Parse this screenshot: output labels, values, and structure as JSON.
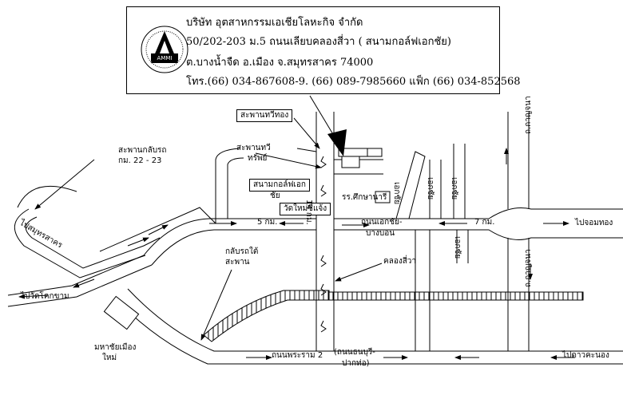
{
  "company": {
    "line1": "บริษัท  อุตสาหกรรมเอเชียโลหะกิจ  จำกัด",
    "line2": "50/202-203   ม.5 ถนนเลียบคลองสี่วา ( สนามกอล์ฟเอกชัย)",
    "line3": "ต.บางน้ำจืด  อ.เมือง  จ.สมุทรสาคร 74000",
    "line4": "โทร.(66) 034-867608-9. (66) 089-7985660  แฟ็ก (66) 034-852568",
    "logo_text": "AMMI"
  },
  "map_labels": {
    "bridge_tawithong": "สะพานทวีทอง",
    "bridge_tawisap_1": "สะพานทวี",
    "bridge_tawisap_2": "ทรัพย์",
    "uturn_bridge_1": "สะพานกลับรถ",
    "uturn_bridge_2": "กม. 22 - 23",
    "golf_course_1": "สนามกอล์ฟเอก",
    "golf_course_2": "ชัย",
    "wat_thai_chaeng": "วัดใหม่ชี้แจ้ง",
    "school": "รร.ศึกษานารี",
    "km14": "14 กม.",
    "km5": "5 กม.",
    "km7": "7 กม.",
    "ekkachai_road_1": "ถนนเอกชัย-",
    "ekkachai_road_2": "บางบอน",
    "to_chom_thong": "ไปจอมทอง",
    "to_samut_sakhon": "ไปสมุทรสาคร",
    "to_wat_khok_kham": "ไปวัดโคกขาม",
    "uturn_under_bridge_1": "กลับรถใต้",
    "uturn_under_bridge_2": "สะพาน",
    "khlong_si_wa": "คลองสี่วา",
    "mahachai_mueang_mai_1": "มหาชัยเมือง",
    "mahachai_mueang_mai_2": "ใหม่",
    "rama2_road": "ถนนพระราม 2",
    "thonburi_paktho_1": "(ถนนธนบุรี-",
    "thonburi_paktho_2": "ปากท่อ)",
    "to_dao_khanong": "ไปดาวคะนอง",
    "road_kanchana_1": "ถ.กาญจนา",
    "road_kanchana_2": "ถ.กาญจนา",
    "soi_a": "เอกชัย",
    "soi_b": "เอกชัย",
    "soi_c": "เอกชัย",
    "soi_d": "เอกชัย"
  }
}
